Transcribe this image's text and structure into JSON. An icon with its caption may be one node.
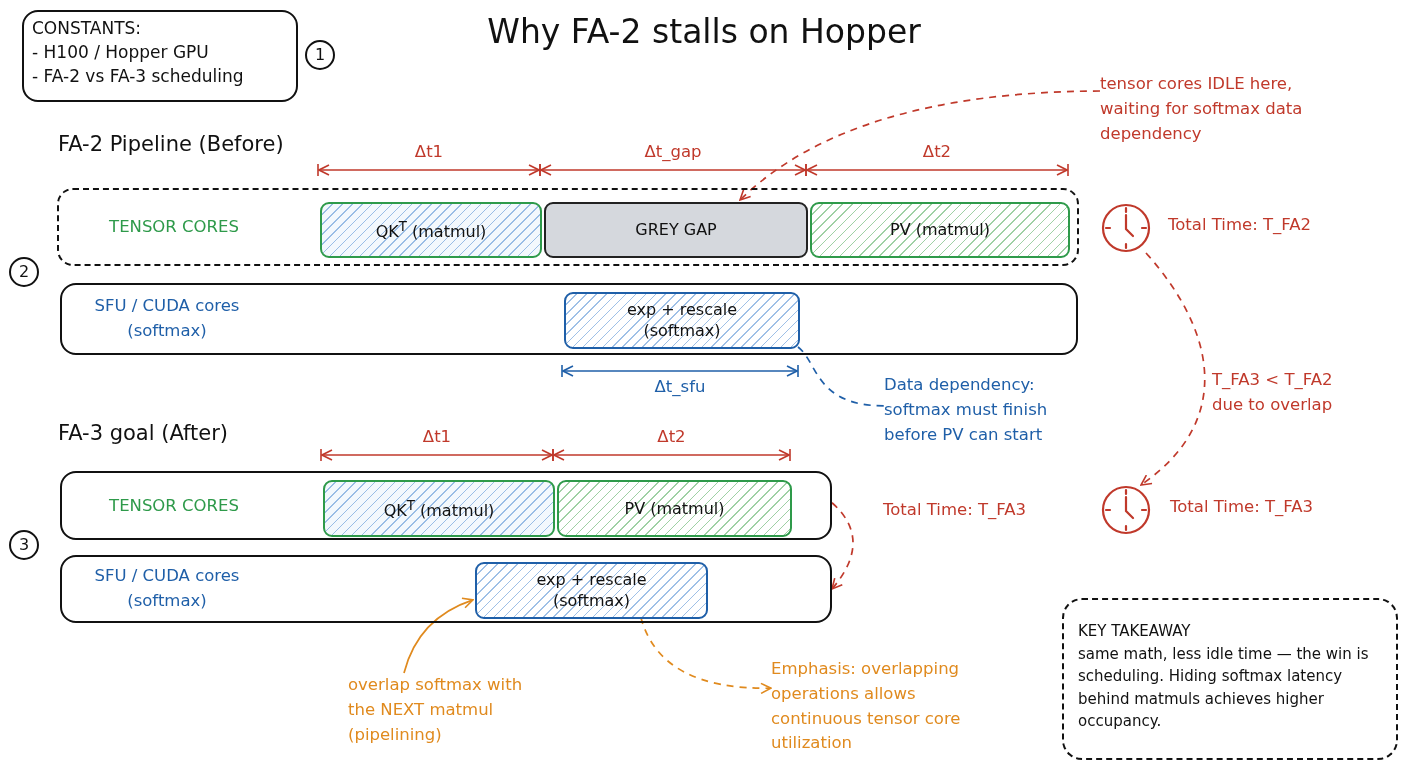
{
  "diagram": {
    "title": "Why FA-2 stalls on Hopper",
    "nodes": [
      {
        "text": [
          "CONSTANTS:",
          "- H100 / Hopper GPU",
          "- FA-2 vs FA-3 scheduling"
        ]
      },
      {
        "text": [
          "TENSOR CORES"
        ]
      },
      {
        "text": [
          "QK$^{T}$ (matmul)"
        ],
        "in": 1
      },
      {
        "text": [
          "GREY GAP"
        ],
        "in": 1
      },
      {
        "text": [
          "PV (matmul)"
        ],
        "in": 1
      },
      {
        "text": [
          "SFU / CUDA cores (softmax)"
        ]
      },
      {
        "text": [
          "exp + rescale (softmax)"
        ],
        "in": 5
      },
      {
        "text": [
          "TENSOR CORES"
        ]
      },
      {
        "text": [
          "QK$^{T}$ (matmul)"
        ],
        "in": 7
      },
      {
        "text": [
          "PV (matmul)"
        ],
        "in": 7
      },
      {
        "text": [
          "SFU / CUDA cores (softmax)"
        ]
      },
      {
        "text": [
          "exp + rescale (softmax)"
        ],
        "in": 10
      },
      {
        "text": [
          "tensor cores IDLE here, waiting for softmax data dependency"
        ]
      },
      {
        "text": [],
        "shape": "clock",
        "beside": [
          "Total Time: T_FA2"
        ]
      },
      {
        "text": [],
        "shape": "clock",
        "beside": [
          "Total Time: T_FA3"
        ]
      },
      {
        "text": [
          "Data dependency: softmax must finish before PV can start"
        ]
      },
      {
        "text": [
          "overlap softmax with the NEXT matmul (pipelining)"
        ]
      },
      {
        "text": [
          "Emphasis: overlapping operations allows continuous tensor core utilization"
        ]
      },
      {
        "text": [
          "KEY TAKEAWAY",
          "same math, less idle time — the win is scheduling. Hiding softmax latency behind matmuls achieves higher occupancy."
        ]
      }
    ],
    "edges": [
      {
        "from": 12,
        "to": 3,
        "arrow": "to",
        "style": "dashed",
        "color": "#c0392b"
      },
      {
        "from": 13,
        "to": 14,
        "arrow": "to",
        "label": "T_FA3 < T_FA2 due to overlap",
        "style": "dashed",
        "color": "#c0392b"
      },
      {
        "from": 6,
        "to": 15,
        "arrow": "none",
        "style": "dashed",
        "color": "#1f5fa8"
      },
      {
        "from": 7,
        "to": 10,
        "arrow": "to",
        "style": "dashed",
        "color": "#c0392b"
      },
      {
        "from": 16,
        "to": 11,
        "arrow": "to",
        "color": "#e08a1e"
      },
      {
        "from": 11,
        "to": 17,
        "arrow": "to",
        "style": "dashed",
        "color": "#e08a1e"
      }
    ],
    "labels": [
      "1",
      "FA-2 Pipeline (Before)",
      "Δt1",
      "Δt_gap",
      "Δt2",
      "2",
      "Δt_sfu",
      "FA-3 goal (After)",
      "Δt1",
      "Δt2",
      "Total Time: T_FA3",
      "3"
    ]
  }
}
